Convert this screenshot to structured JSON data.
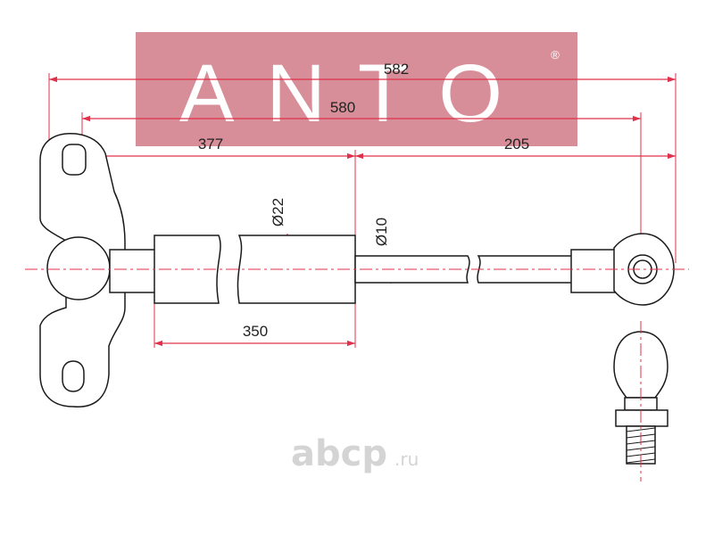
{
  "brand": {
    "name": "ANTO",
    "mark": "®",
    "banner_color": "#d4848f"
  },
  "dimensions": {
    "overall_length": "582",
    "pivot_to_pivot": "580",
    "extended_body": "377",
    "rod_section": "205",
    "cylinder_length": "350",
    "cylinder_diameter": "Ø22",
    "rod_diameter": "Ø10"
  },
  "watermark": {
    "name": "abcp",
    "suffix": ".ru"
  },
  "colors": {
    "dimension_lines": "#e0304a",
    "outline": "#1a1a1a",
    "centerline": "#e0304a"
  }
}
